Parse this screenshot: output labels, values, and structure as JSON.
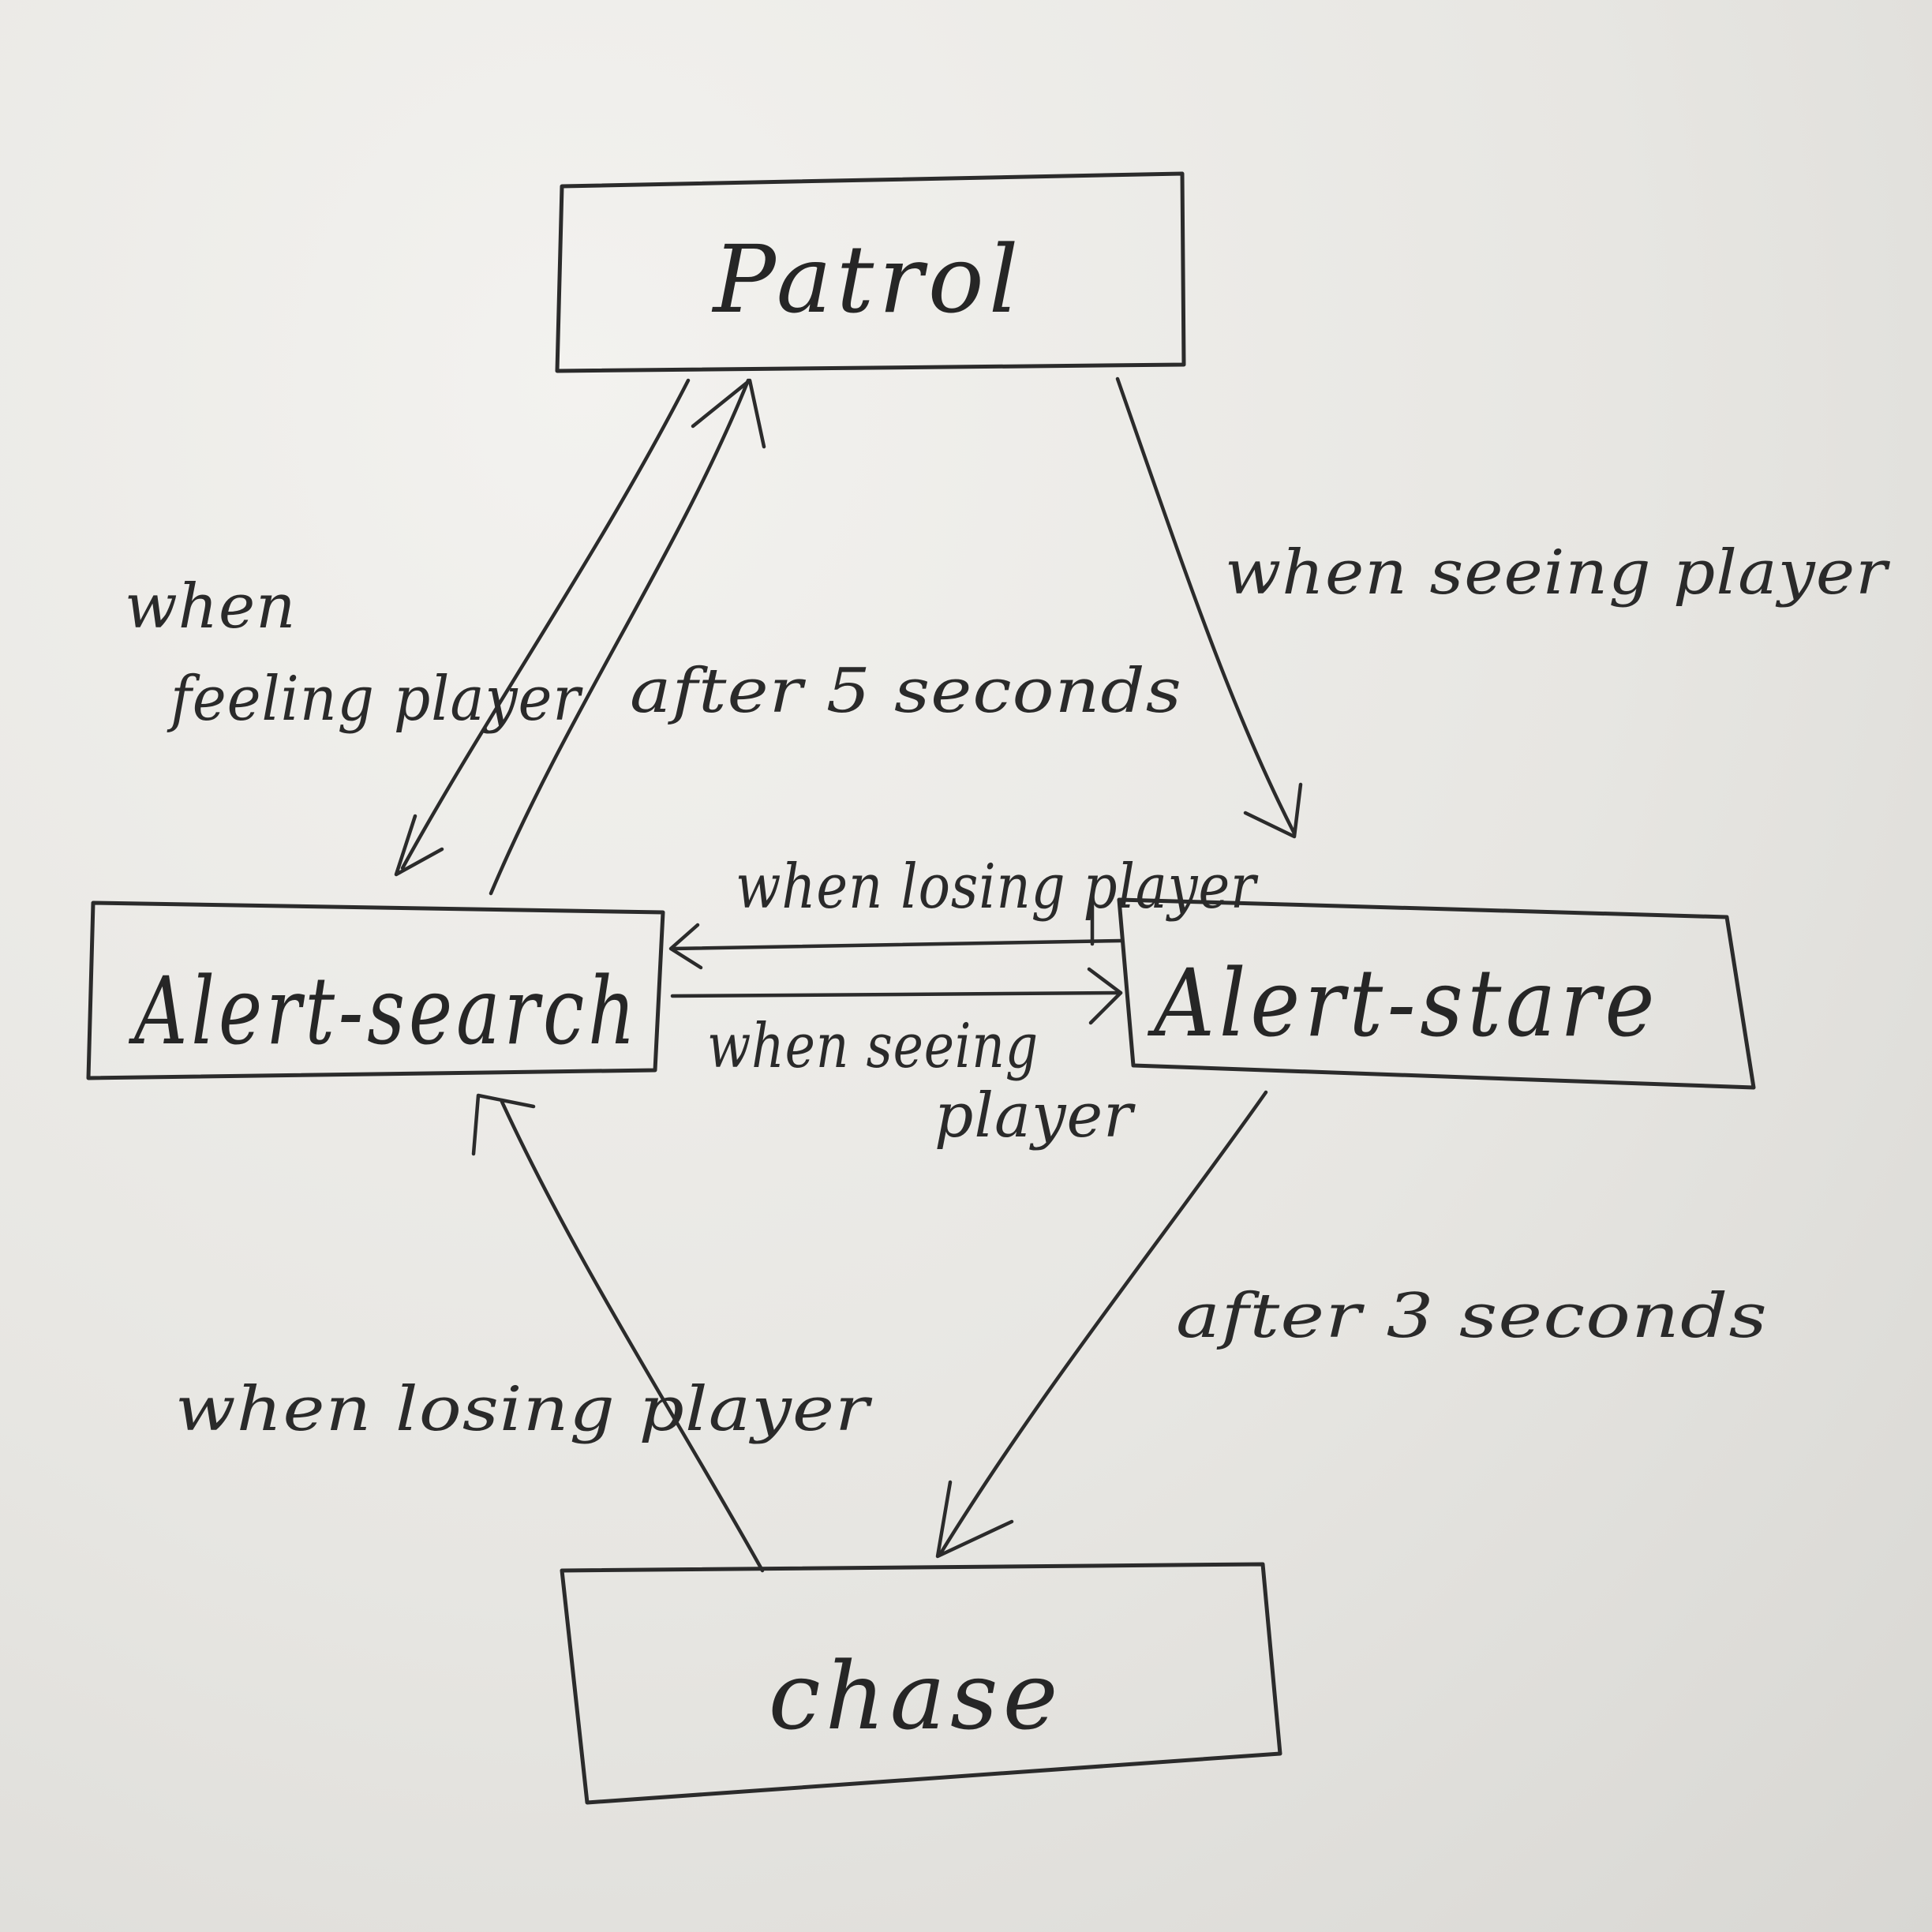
{
  "diagram": {
    "nodes": [
      {
        "id": "patrol",
        "label": "Patrol"
      },
      {
        "id": "alert_search",
        "label": "Alert-search"
      },
      {
        "id": "alert_stare",
        "label": "Alert-stare"
      },
      {
        "id": "chase",
        "label": "chase"
      }
    ],
    "edges": [
      {
        "id": "patrol_to_alert_search",
        "from": "patrol",
        "to": "alert_search",
        "label_line1": "when",
        "label_line2": "feeling player"
      },
      {
        "id": "alert_search_to_patrol",
        "from": "alert_search",
        "to": "patrol",
        "label": "after 5 seconds"
      },
      {
        "id": "patrol_to_alert_stare",
        "from": "patrol",
        "to": "alert_stare",
        "label": "when seeing player"
      },
      {
        "id": "alert_stare_to_alert_search",
        "from": "alert_stare",
        "to": "alert_search",
        "label": "when losing player"
      },
      {
        "id": "alert_search_to_alert_stare",
        "from": "alert_search",
        "to": "alert_stare",
        "label_line1": "when seeing",
        "label_line2": "player"
      },
      {
        "id": "alert_stare_to_chase",
        "from": "alert_stare",
        "to": "chase",
        "label": "after 3 seconds"
      },
      {
        "id": "chase_to_alert_search",
        "from": "chase",
        "to": "alert_search",
        "label": "when losing player"
      }
    ]
  }
}
